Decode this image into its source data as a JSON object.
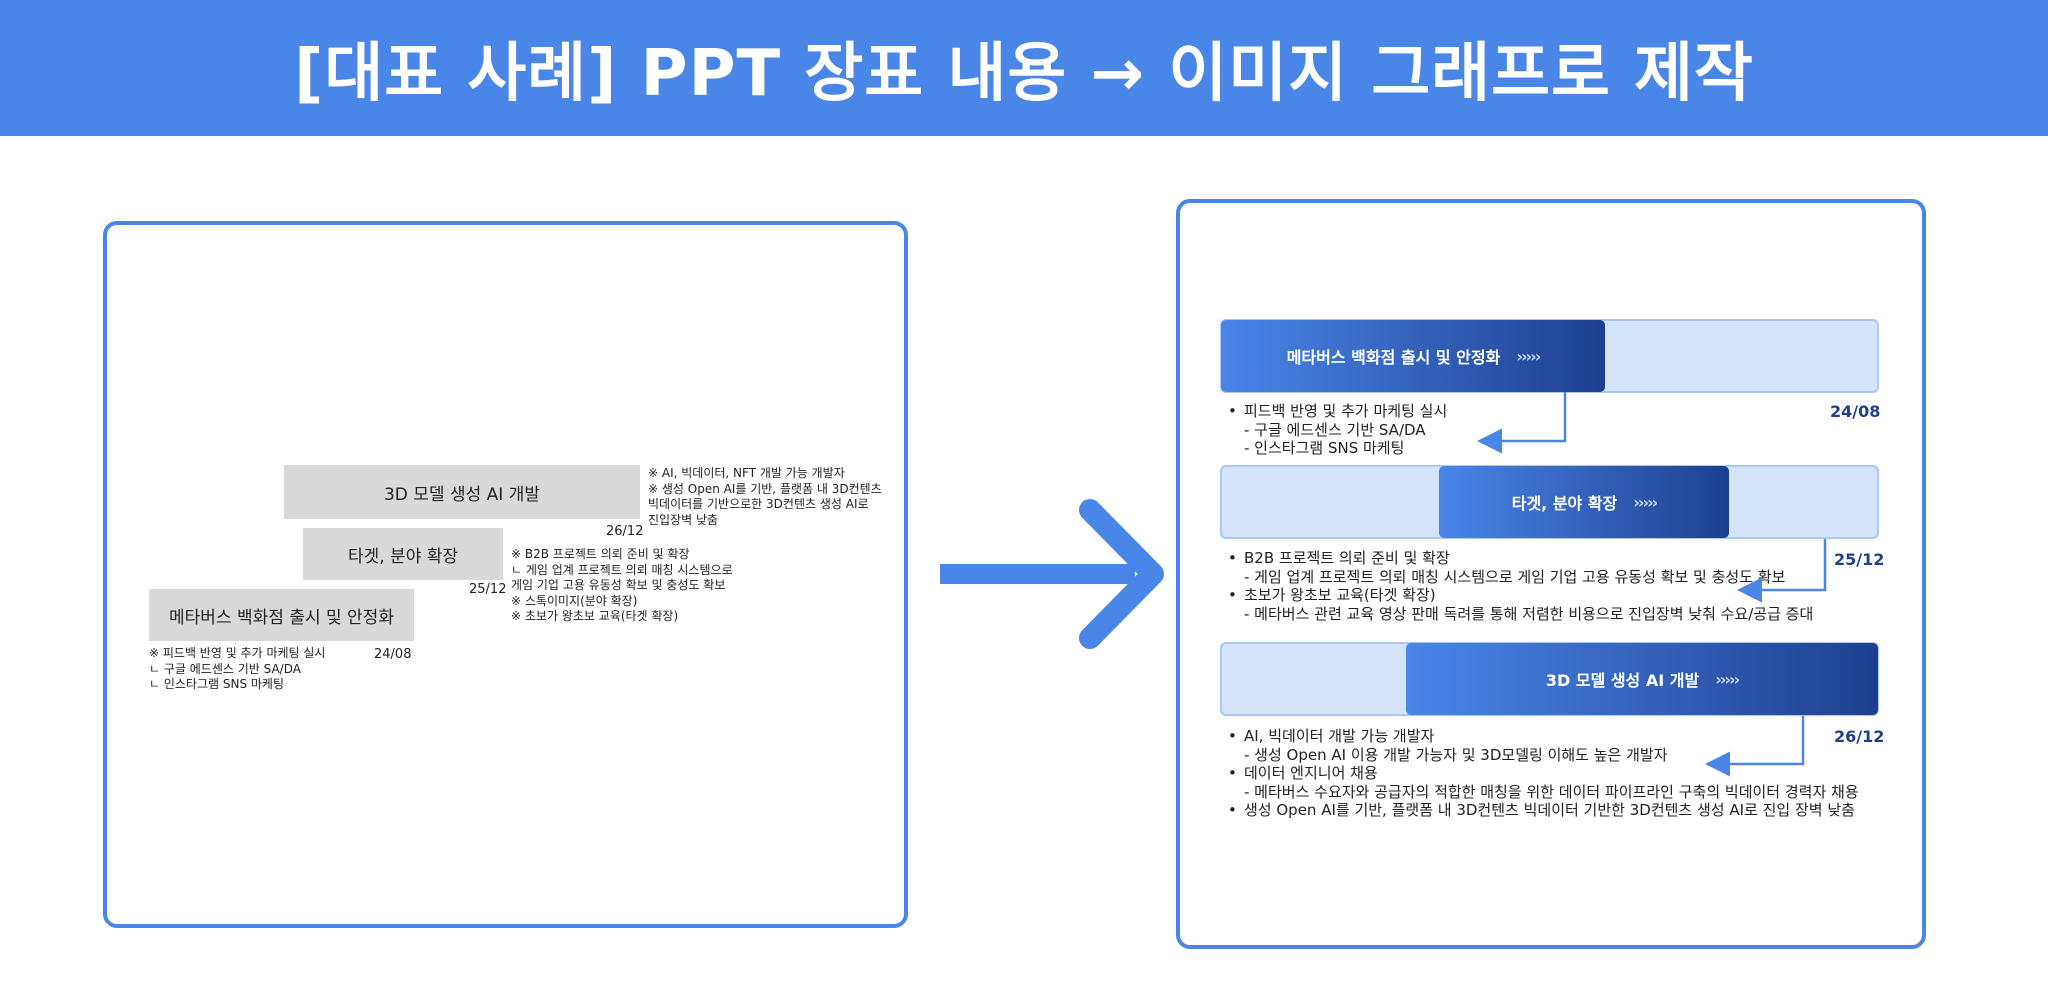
{
  "header": {
    "title": "[대표 사례] PPT 장표 내용 → 이미지 그래프로 제작"
  },
  "before": {
    "boxes": [
      {
        "label": "3D 모델 생성 AI 개발"
      },
      {
        "label": "타겟, 분야 확장"
      },
      {
        "label": "메타버스 백화점 출시 및 안정화"
      }
    ],
    "dates": [
      "26/12",
      "25/12",
      "24/08"
    ],
    "notes_ai": [
      "※ AI, 빅데이터, NFT 개발 가능 개발자",
      "※ 생성 Open AI를 기반, 플랫폼 내 3D컨텐츠",
      "   빅데이터를 기반으로한 3D컨텐츠 생성 AI로",
      "   진입장벽 낮춤"
    ],
    "notes_target": [
      "※ B2B 프로젝트 의뢰 준비 및 확장",
      "  ㄴ 게임 업계 프로젝트 의뢰 매칭 시스템으로",
      "     게임 기업 고용 유동성 확보 및 충성도 확보",
      "※ 스톡이미지(분야 확장)",
      "※ 초보가 왕초보 교육(타겟 확장)"
    ],
    "notes_meta": [
      "※ 피드백 반영 및 추가 마케팅 실시",
      "   ㄴ 구글 에드센스 기반 SA/DA",
      "   ㄴ 인스타그램 SNS 마케팅"
    ]
  },
  "after": {
    "stages": [
      {
        "label": "메타버스 백화점 출시 및 안정화",
        "chevrons": "›››››",
        "date": "24/08",
        "items": [
          {
            "bullet": "•",
            "text": "피드백 반영 및 추가 마케팅 실시"
          },
          {
            "bullet": "",
            "text": "- 구글 에드센스 기반 SA/DA"
          },
          {
            "bullet": "",
            "text": "- 인스타그램 SNS 마케팅"
          }
        ]
      },
      {
        "label": "타겟, 분야 확장",
        "chevrons": "›››››",
        "date": "25/12",
        "items": [
          {
            "bullet": "•",
            "text": "B2B 프로젝트 의뢰 준비 및 확장"
          },
          {
            "bullet": "",
            "text": "- 게임 업계 프로젝트 의뢰 매칭 시스템으로 게임 기업 고용 유동성 확보 및 충성도 확보"
          },
          {
            "bullet": "•",
            "text": "초보가 왕초보 교육(타겟 확장)"
          },
          {
            "bullet": "",
            "text": "- 메타버스 관련 교육 영상 판매 독려를 통해 저렴한 비용으로 진입장벽 낮춰 수요/공급 증대"
          }
        ]
      },
      {
        "label": "3D 모델 생성 AI 개발",
        "chevrons": "›››››",
        "date": "26/12",
        "items": [
          {
            "bullet": "•",
            "text": "AI, 빅데이터 개발 가능 개발자"
          },
          {
            "bullet": "",
            "text": "- 생성 Open AI 이용 개발 가능자 및 3D모델링 이해도 높은 개발자"
          },
          {
            "bullet": "•",
            "text": "데이터 엔지니어 채용"
          },
          {
            "bullet": "",
            "text": "- 메타버스 수요자와 공급자의 적합한 매칭을 위한 데이터 파이프라인 구축의 빅데이터 경력자 채용"
          },
          {
            "bullet": "•",
            "text": "생성 Open AI를 기반, 플랫폼 내 3D컨텐츠 빅데이터 기반한 3D컨텐츠 생성 AI로 진입 장벽 낮춤"
          }
        ]
      }
    ]
  },
  "colors": {
    "accent": "#4a86e8",
    "dark": "#1e3f8f",
    "track": "#d3e4fb",
    "grey_box": "#d9d9d9"
  }
}
